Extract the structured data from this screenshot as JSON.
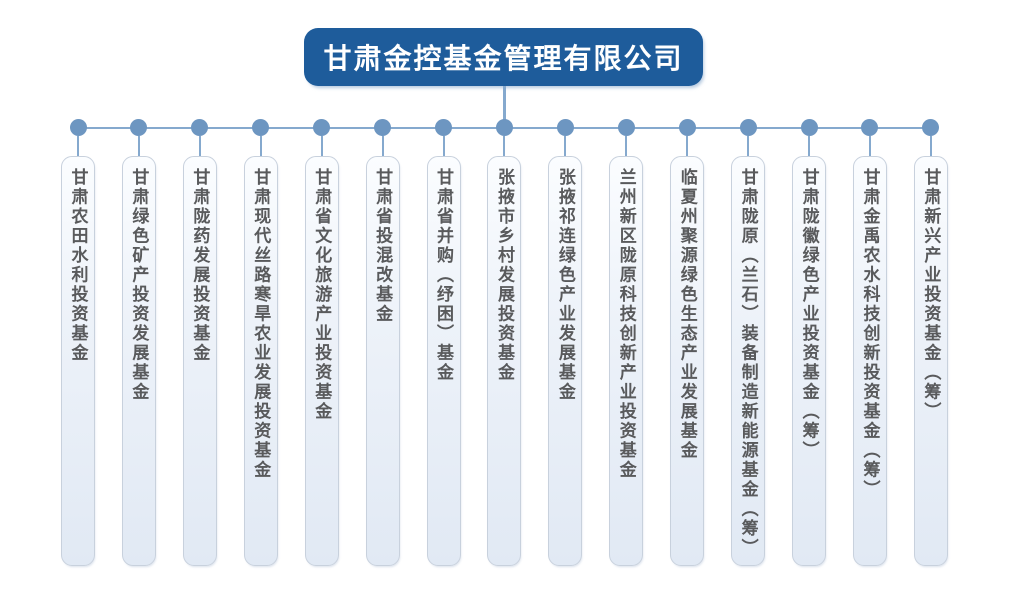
{
  "root": {
    "title": "甘肃金控基金管理有限公司"
  },
  "funds": [
    {
      "name": "甘肃农田水利投资基金"
    },
    {
      "name": "甘肃绿色矿产投资发展基金"
    },
    {
      "name": "甘肃陇药发展投资基金"
    },
    {
      "name": "甘肃现代丝路寒旱农业发展投资基金"
    },
    {
      "name": "甘肃省文化旅游产业投资基金"
    },
    {
      "name": "甘肃省投混改基金"
    },
    {
      "name": "甘肃省并购（纾困）基金"
    },
    {
      "name": "张掖市乡村发展投资基金"
    },
    {
      "name": "张掖祁连绿色产业发展基金"
    },
    {
      "name": "兰州新区陇原科技创新产业投资基金"
    },
    {
      "name": "临夏州聚源绿色生态产业发展基金"
    },
    {
      "name": "甘肃陇原（兰石）装备制造新能源基金（筹）"
    },
    {
      "name": "甘肃陇徽绿色产业投资基金（筹）"
    },
    {
      "name": "甘肃金禹农水科技创新投资基金（筹）"
    },
    {
      "name": "甘肃新兴产业投资基金（筹）"
    }
  ],
  "colors": {
    "root_bg": "#1E5C9B",
    "root_text": "#FFFFFF",
    "line": "#85A9CE",
    "dot": "#6D96C1",
    "capsule_border": "#C8D1DD",
    "capsule_bg": "#E1E9F4",
    "node_text": "#595A5C"
  }
}
